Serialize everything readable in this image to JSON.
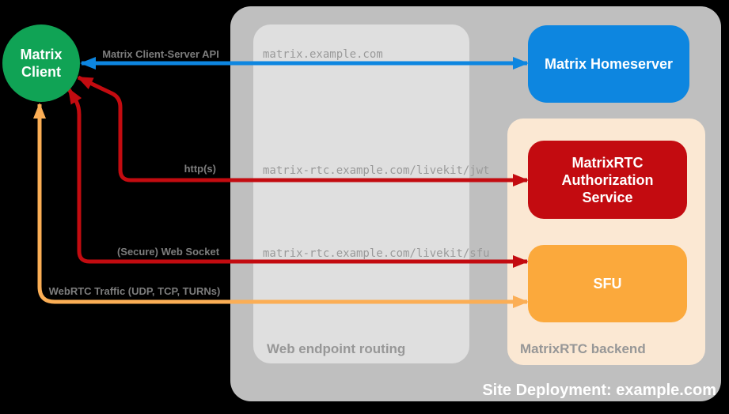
{
  "diagram": {
    "title": "Site Deployment: example.com"
  },
  "containers": {
    "site_deployment": {
      "label": "Site Deployment: example.com"
    },
    "web_endpoint_routing": {
      "label": "Web endpoint routing"
    },
    "matrixrtc_backend": {
      "label": "MatrixRTC backend"
    }
  },
  "nodes": {
    "matrix_client": {
      "label": "Matrix\nClient"
    },
    "matrix_homeserver": {
      "label": "Matrix Homeserver"
    },
    "authorization_service": {
      "label": "MatrixRTC\nAuthorization\nService"
    },
    "sfu": {
      "label": "SFU"
    }
  },
  "connections": [
    {
      "id": "matrix-client-server-api",
      "label": "Matrix Client-Server API",
      "endpoint": "matrix.example.com",
      "from": "Matrix Client",
      "to": "Matrix Homeserver",
      "bidirectional": true,
      "color": "#0D86E0"
    },
    {
      "id": "https",
      "label": "http(s)",
      "endpoint": "matrix-rtc.example.com/livekit/jwt",
      "from": "Matrix Client",
      "to": "MatrixRTC Authorization Service",
      "bidirectional": true,
      "color": "#C30B10"
    },
    {
      "id": "secure-web-socket",
      "label": "(Secure) Web Socket",
      "endpoint": "matrix-rtc.example.com/livekit/sfu",
      "from": "Matrix Client",
      "to": "SFU",
      "bidirectional": true,
      "color": "#C30B10"
    },
    {
      "id": "webrtc-traffic",
      "label": "WebRTC Traffic (UDP, TCP, TURNs)",
      "endpoint": "",
      "from": "Matrix Client",
      "to": "SFU",
      "bidirectional": true,
      "color": "#FBAE55"
    }
  ],
  "colors": {
    "background": "#000000",
    "deployment_gray": "#BFBFBF",
    "routing_gray": "#DFDFDF",
    "backend_peach": "#FBE8D3",
    "client_green": "#10A355",
    "homeserver_blue": "#0D86E0",
    "auth_red": "#C30B10",
    "sfu_orange": "#FBA93C",
    "webrtc_orange": "#FBAE55",
    "label_gray": "#7D7D7D",
    "url_gray": "#9A9A9A"
  }
}
